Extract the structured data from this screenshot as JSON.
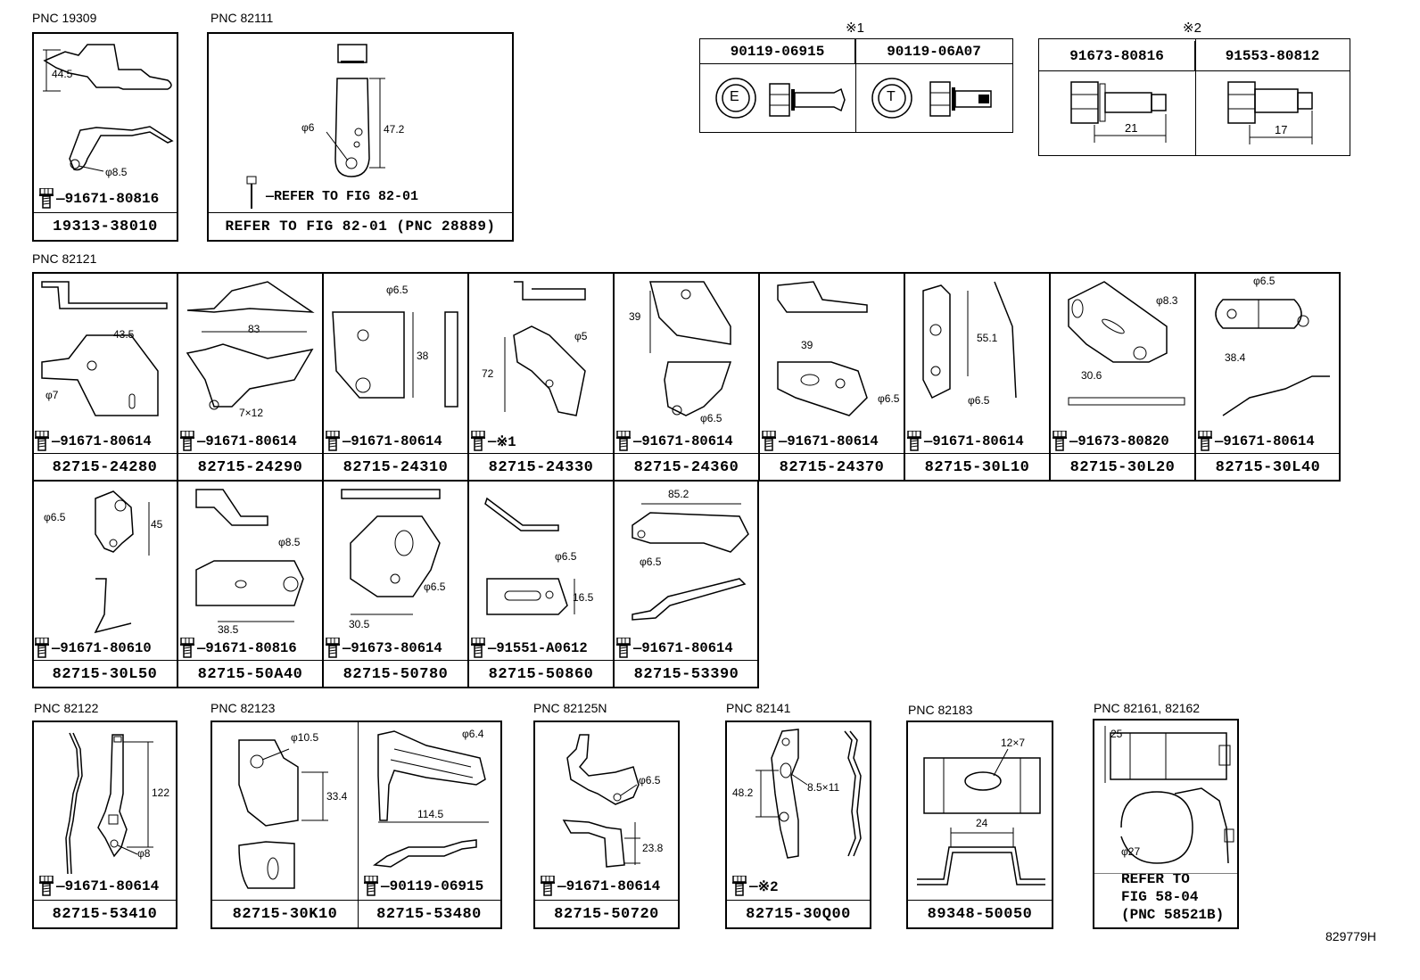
{
  "top_groups": [
    {
      "pnc": "PNC 19309",
      "part": "19313-38010",
      "bolt": "91671-80816",
      "dims": [
        "44.5",
        "φ8.5"
      ]
    },
    {
      "pnc": "PNC 82111",
      "part": "REFER TO FIG 82-01 (PNC 28889)",
      "bolt": "REFER TO FIG 82-01",
      "dims": [
        "φ6",
        "47.2"
      ]
    }
  ],
  "legend1": {
    "mark": "※1",
    "cols": [
      {
        "label": "90119-06915",
        "letter": "E"
      },
      {
        "label": "90119-06A07",
        "letter": "T"
      }
    ]
  },
  "legend2": {
    "mark": "※2",
    "cols": [
      {
        "label": "91673-80816",
        "dim": "21"
      },
      {
        "label": "91553-80812",
        "dim": "17"
      }
    ]
  },
  "pnc_82121": "PNC 82121",
  "row1": [
    {
      "part": "82715-24280",
      "bolt": "91671-80614",
      "dims": [
        "43.5",
        "φ7"
      ]
    },
    {
      "part": "82715-24290",
      "bolt": "91671-80614",
      "dims": [
        "83",
        "7×12"
      ]
    },
    {
      "part": "82715-24310",
      "bolt": "91671-80614",
      "dims": [
        "φ6.5",
        "38"
      ]
    },
    {
      "part": "82715-24330",
      "bolt": "※1",
      "dims": [
        "72",
        "φ5"
      ]
    },
    {
      "part": "82715-24360",
      "bolt": "91671-80614",
      "dims": [
        "39",
        "φ6.5"
      ]
    },
    {
      "part": "82715-24370",
      "bolt": "91671-80614",
      "dims": [
        "39",
        "φ6.5"
      ]
    },
    {
      "part": "82715-30L10",
      "bolt": "91671-80614",
      "dims": [
        "55.1",
        "φ6.5"
      ]
    },
    {
      "part": "82715-30L20",
      "bolt": "91673-80820",
      "dims": [
        "φ8.3",
        "30.6"
      ]
    },
    {
      "part": "82715-30L40",
      "bolt": "91671-80614",
      "dims": [
        "φ6.5",
        "38.4"
      ]
    }
  ],
  "row2": [
    {
      "part": "82715-30L50",
      "bolt": "91671-80610",
      "dims": [
        "φ6.5",
        "45"
      ]
    },
    {
      "part": "82715-50A40",
      "bolt": "91671-80816",
      "dims": [
        "φ8.5",
        "38.5"
      ]
    },
    {
      "part": "82715-50780",
      "bolt": "91673-80614",
      "dims": [
        "φ6.5",
        "30.5"
      ]
    },
    {
      "part": "82715-50860",
      "bolt": "91551-A0612",
      "dims": [
        "φ6.5",
        "16.5"
      ]
    },
    {
      "part": "82715-53390",
      "bolt": "91671-80614",
      "dims": [
        "85.2",
        "φ6.5"
      ]
    }
  ],
  "bottom": [
    {
      "pnc": "PNC 82122",
      "part": "82715-53410",
      "bolt": "91671-80614",
      "dims": [
        "122",
        "φ8"
      ]
    },
    {
      "pnc": "PNC 82123",
      "parts": [
        "82715-30K10",
        "82715-53480"
      ],
      "bolts": [
        "",
        "90119-06915"
      ],
      "dims": [
        "φ10.5",
        "33.4",
        "φ6.4",
        "114.5"
      ]
    },
    {
      "pnc": "PNC 82125N",
      "part": "82715-50720",
      "bolt": "91671-80614",
      "dims": [
        "φ6.5",
        "23.8"
      ]
    },
    {
      "pnc": "PNC 82141",
      "part": "82715-30Q00",
      "bolt": "※2",
      "dims": [
        "48.2",
        "8.5×11"
      ]
    },
    {
      "pnc": "PNC 82183",
      "part": "89348-50050",
      "dims": [
        "12×7",
        "24"
      ]
    },
    {
      "pnc": "PNC 82161, 82162",
      "refer": [
        "REFER TO",
        "FIG 58-04",
        "(PNC 58521B)"
      ],
      "dims": [
        "25",
        "φ27"
      ]
    }
  ],
  "figure_code": "829779H"
}
